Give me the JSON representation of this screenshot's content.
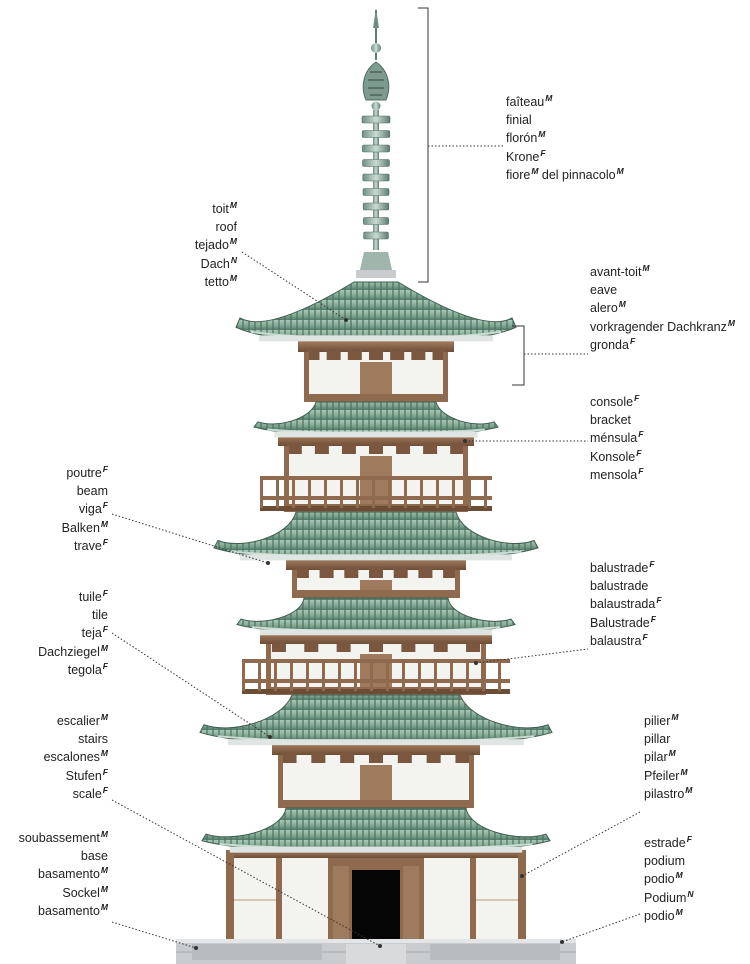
{
  "callouts": {
    "finial": {
      "terms": [
        {
          "text": "faîteau",
          "g": "M"
        },
        {
          "text": "finial",
          "g": ""
        },
        {
          "text": "florón",
          "g": "M"
        },
        {
          "text": "Krone",
          "g": "F"
        },
        {
          "text": "fiore",
          "g": "M",
          "rest": "del pinnacolo",
          "g2": "M"
        }
      ]
    },
    "roof": {
      "terms": [
        {
          "text": "toit",
          "g": "M"
        },
        {
          "text": "roof",
          "g": ""
        },
        {
          "text": "tejado",
          "g": "M"
        },
        {
          "text": "Dach",
          "g": "N"
        },
        {
          "text": "tetto",
          "g": "M"
        }
      ]
    },
    "eave": {
      "terms": [
        {
          "text": "avant-toit",
          "g": "M"
        },
        {
          "text": "eave",
          "g": ""
        },
        {
          "text": "alero",
          "g": "M"
        },
        {
          "text": "vorkragender Dachkranz",
          "g": "M"
        },
        {
          "text": "gronda",
          "g": "F"
        }
      ]
    },
    "bracket": {
      "terms": [
        {
          "text": "console",
          "g": "F"
        },
        {
          "text": "bracket",
          "g": ""
        },
        {
          "text": "ménsula",
          "g": "F"
        },
        {
          "text": "Konsole",
          "g": "F"
        },
        {
          "text": "mensola",
          "g": "F"
        }
      ]
    },
    "beam": {
      "terms": [
        {
          "text": "poutre",
          "g": "F"
        },
        {
          "text": "beam",
          "g": ""
        },
        {
          "text": "viga",
          "g": "F"
        },
        {
          "text": "Balken",
          "g": "M"
        },
        {
          "text": "trave",
          "g": "F"
        }
      ]
    },
    "balustrade": {
      "terms": [
        {
          "text": "balustrade",
          "g": "F"
        },
        {
          "text": "balustrade",
          "g": ""
        },
        {
          "text": "balaustrada",
          "g": "F"
        },
        {
          "text": "Balustrade",
          "g": "F"
        },
        {
          "text": "balaustra",
          "g": "F"
        }
      ]
    },
    "tile": {
      "terms": [
        {
          "text": "tuile",
          "g": "F"
        },
        {
          "text": "tile",
          "g": ""
        },
        {
          "text": "teja",
          "g": "F"
        },
        {
          "text": "Dachziegel",
          "g": "M"
        },
        {
          "text": "tegola",
          "g": "F"
        }
      ]
    },
    "stairs": {
      "terms": [
        {
          "text": "escalier",
          "g": "M"
        },
        {
          "text": "stairs",
          "g": ""
        },
        {
          "text": "escalones",
          "g": "M"
        },
        {
          "text": "Stufen",
          "g": "F"
        },
        {
          "text": "scale",
          "g": "F"
        }
      ]
    },
    "pillar": {
      "terms": [
        {
          "text": "pilier",
          "g": "M"
        },
        {
          "text": "pillar",
          "g": ""
        },
        {
          "text": "pilar",
          "g": "M"
        },
        {
          "text": "Pfeiler",
          "g": "M"
        },
        {
          "text": "pilastro",
          "g": "M"
        }
      ]
    },
    "base": {
      "terms": [
        {
          "text": "soubassement",
          "g": "M"
        },
        {
          "text": "base",
          "g": ""
        },
        {
          "text": "basamento",
          "g": "M"
        },
        {
          "text": "Sockel",
          "g": "M"
        },
        {
          "text": "basamento",
          "g": "M"
        }
      ]
    },
    "podium": {
      "terms": [
        {
          "text": "estrade",
          "g": "F"
        },
        {
          "text": "podium",
          "g": ""
        },
        {
          "text": "podio",
          "g": "M"
        },
        {
          "text": "Podium",
          "g": "N"
        },
        {
          "text": "podio",
          "g": "M"
        }
      ]
    }
  },
  "colors": {
    "roof_tile": "#7fa58f",
    "roof_dark": "#52796a",
    "roof_light": "#a9c9b6",
    "wood": "#8f6a4e",
    "wood_dark": "#5b3f2c",
    "wall": "#f3f3f0",
    "stone": "#c9ccce",
    "leader": "#333333"
  }
}
